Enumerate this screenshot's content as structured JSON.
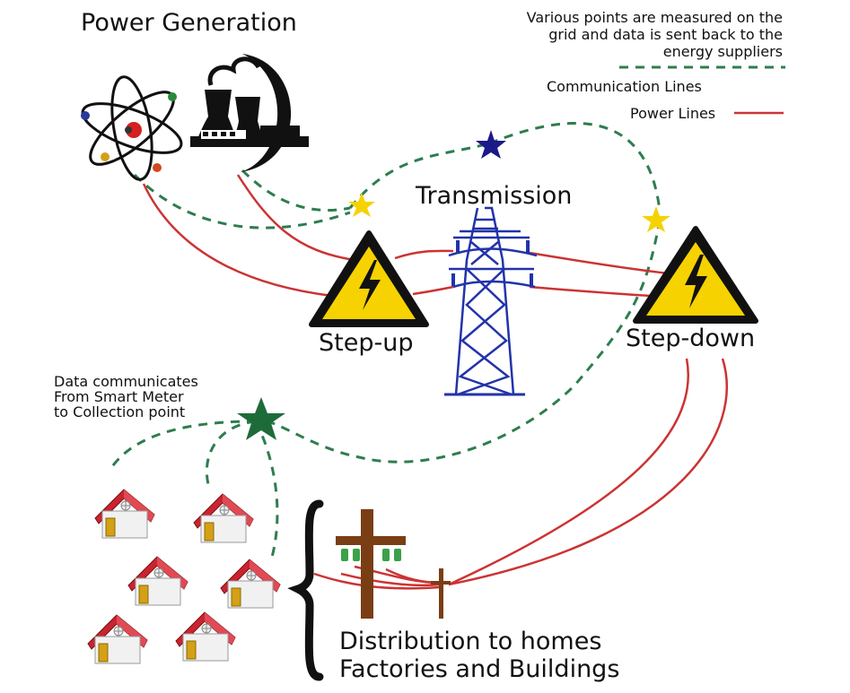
{
  "labels": {
    "generation": "Power Generation",
    "legend_note": [
      "Various points are measured on the",
      "grid and data is sent back to the",
      "energy suppliers"
    ],
    "communication_lines": "Communication Lines",
    "power_lines": "Power Lines",
    "transmission": "Transmission",
    "step_up": "Step-up",
    "step_down": "Step-down",
    "meter_note": [
      "Data communicates",
      "From Smart Meter",
      "to Collection point"
    ],
    "distribution": [
      "Distribution to homes",
      "Factories and Buildings"
    ]
  },
  "colors": {
    "communication": "#2e7d4f",
    "power": "#cc3333",
    "warning_yellow": "#f6d200",
    "tower_blue": "#2233aa",
    "star_yellow": "#f6d200",
    "star_navy": "#1a1a8a",
    "star_green": "#1e6b3a",
    "roof_red": "#c92430",
    "pole_brown": "#7a3e14"
  },
  "icons": [
    "atom-icon",
    "nuclear-plant-icon",
    "warning-sign-icon",
    "transmission-tower-icon",
    "star-icon",
    "house-icon",
    "utility-pole-icon"
  ]
}
